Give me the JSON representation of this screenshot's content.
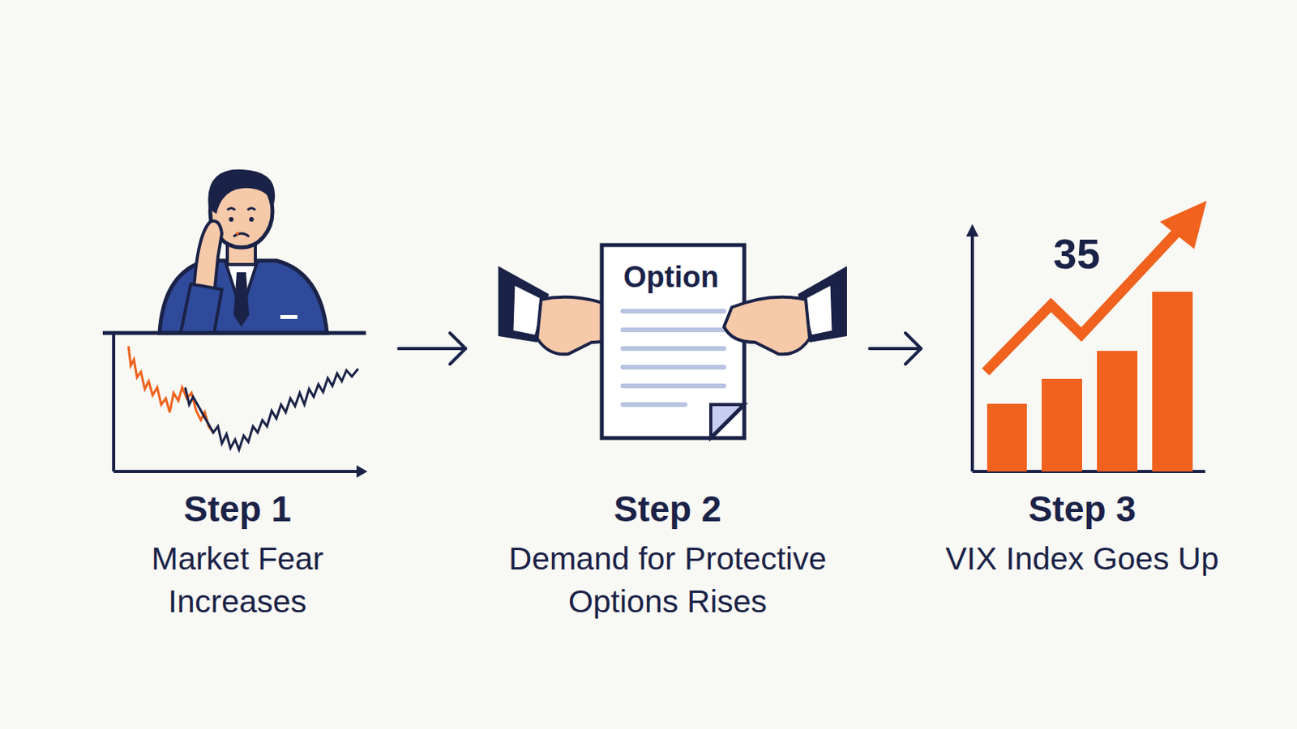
{
  "diagram": {
    "nodes": [
      {
        "text": [
          "Step 1",
          "Market Fear Increases"
        ]
      },
      {
        "text": [
          "Step 2",
          "Demand for Protective Options Rises"
        ]
      },
      {
        "text": [
          "Step 3",
          "VIX Index Goes Up"
        ]
      }
    ],
    "edges": [
      {
        "from": 0,
        "to": 1,
        "arrow": "to"
      },
      {
        "from": 1,
        "to": 2,
        "arrow": "to"
      }
    ],
    "labels": [
      "Option",
      "35"
    ]
  }
}
